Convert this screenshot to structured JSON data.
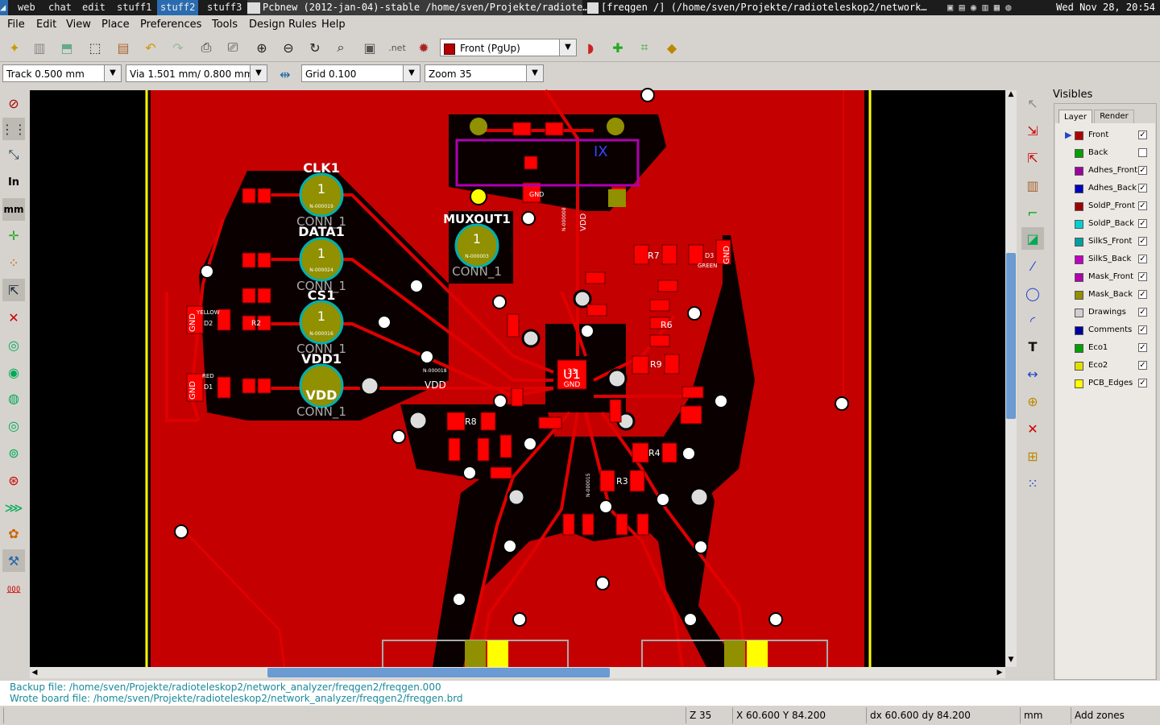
{
  "taskbar": {
    "workspaces": [
      "web",
      "chat",
      "edit",
      "stuff1",
      "stuff2",
      "stuff3"
    ],
    "active_workspace": "stuff2",
    "windows": [
      "Pcbnew (2012-jan-04)-stable /home/sven/Projekte/radiote…",
      "[freqgen /] (/home/sven/Projekte/radioteleskop2/network…"
    ],
    "clock": "Wed Nov 28, 20:54"
  },
  "menu": [
    "File",
    "Edit",
    "View",
    "Place",
    "Preferences",
    "Tools",
    "Design Rules",
    "Help"
  ],
  "toolbar": {
    "layer_select": "Front (PgUp)",
    "track": "Track 0.500 mm",
    "via": "Via 1.501 mm/ 0.800 mm",
    "grid": "Grid 0.100",
    "zoom": "Zoom 35"
  },
  "left_tools": [
    "drc-icon",
    "grid-icon",
    "polar-icon",
    "inch-icon",
    "mm-icon",
    "cursor-icon",
    "pad-show-icon",
    "netlist-icon",
    "no-ratsnest-icon",
    "module-ratsnest-icon",
    "zone-show-icon",
    "zone-outline-icon",
    "zone-fill-icon",
    "pads-sketch-icon",
    "vias-sketch-icon",
    "tracks-sketch-icon",
    "high-contrast-icon",
    "microwave-icon",
    "layer-manager-icon"
  ],
  "right_tools": [
    "select-arrow-icon",
    "highlight-net-icon",
    "ratsnest-icon",
    "add-module-icon",
    "add-track-icon",
    "add-zone-icon",
    "add-line-icon",
    "add-circle-icon",
    "add-arc-icon",
    "add-text-icon",
    "add-dimension-icon",
    "add-target-icon",
    "delete-icon",
    "offset-icon",
    "grid-origin-icon"
  ],
  "visibles": {
    "title": "Visibles",
    "tabs": [
      "Layer",
      "Render"
    ],
    "layers": [
      {
        "name": "Front",
        "color": "#b40000",
        "checked": true,
        "active": true
      },
      {
        "name": "Back",
        "color": "#00a000",
        "checked": false,
        "active": false
      },
      {
        "name": "Adhes_Front",
        "color": "#a000a0",
        "checked": true,
        "active": false
      },
      {
        "name": "Adhes_Back",
        "color": "#0000c0",
        "checked": true,
        "active": false
      },
      {
        "name": "SoldP_Front",
        "color": "#a00000",
        "checked": true,
        "active": false
      },
      {
        "name": "SoldP_Back",
        "color": "#00d0d0",
        "checked": true,
        "active": false
      },
      {
        "name": "SilkS_Front",
        "color": "#00a0a0",
        "checked": true,
        "active": false
      },
      {
        "name": "SilkS_Back",
        "color": "#c000c0",
        "checked": true,
        "active": false
      },
      {
        "name": "Mask_Front",
        "color": "#b000b0",
        "checked": true,
        "active": false
      },
      {
        "name": "Mask_Back",
        "color": "#909000",
        "checked": true,
        "active": false
      },
      {
        "name": "Drawings",
        "color": "#d0d0d0",
        "checked": true,
        "active": false
      },
      {
        "name": "Comments",
        "color": "#0000a0",
        "checked": true,
        "active": false
      },
      {
        "name": "Eco1",
        "color": "#00a000",
        "checked": true,
        "active": false
      },
      {
        "name": "Eco2",
        "color": "#e0e000",
        "checked": true,
        "active": false
      },
      {
        "name": "PCB_Edges",
        "color": "#ffff00",
        "checked": true,
        "active": false
      }
    ]
  },
  "board": {
    "connectors": [
      {
        "ref": "CLK1",
        "pin": "1",
        "net": "N-000019",
        "value": "CONN_1"
      },
      {
        "ref": "DATA1",
        "pin": "1",
        "net": "N-000024",
        "value": "CONN_1"
      },
      {
        "ref": "CS1",
        "pin": "1",
        "net": "N-000016",
        "value": "CONN_1"
      },
      {
        "ref": "VDD1",
        "pin": "VDD",
        "net": "",
        "value": "CONN_1"
      },
      {
        "ref": "MUXOUT1",
        "pin": "1",
        "net": "N-000003",
        "value": "CONN_1"
      }
    ],
    "ic": {
      "ref": "U1",
      "pin": "33",
      "net": "GND"
    },
    "labels": [
      "VDD",
      "VDD",
      "GND",
      "GND",
      "GND",
      "GND",
      "YELLOW",
      "RED",
      "GREEN",
      "D1",
      "D2",
      "D3",
      "R7",
      "R6",
      "R9",
      "R8",
      "R4",
      "R3",
      "R2",
      "N-000018",
      "N-000008",
      "N-000015",
      "IX"
    ]
  },
  "messages": [
    "Backup file: /home/sven/Projekte/radioteleskop2/network_analyzer/freqgen2/freqgen.000",
    "Wrote board file: /home/sven/Projekte/radioteleskop2/network_analyzer/freqgen2/freqgen.brd"
  ],
  "status": {
    "zoom": "Z 35",
    "xy": "X 60.600  Y 84.200",
    "dxy": "dx 60.600  dy 84.200",
    "units": "mm",
    "mode": "Add zones"
  }
}
